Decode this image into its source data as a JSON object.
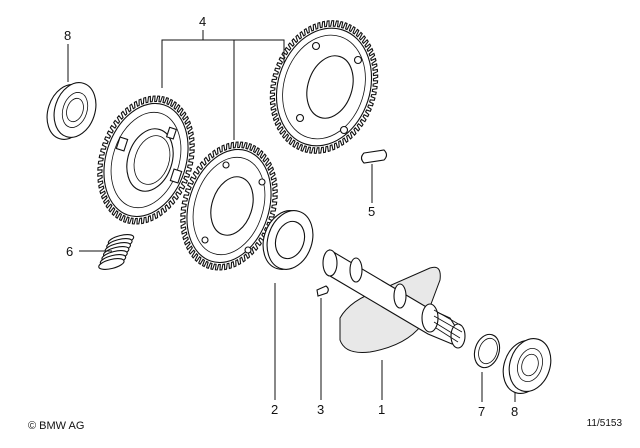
{
  "callouts": {
    "c1": "1",
    "c2": "2",
    "c3": "3",
    "c4": "4",
    "c5": "5",
    "c6": "6",
    "c7": "7",
    "c8a": "8",
    "c8b": "8"
  },
  "footer": {
    "copyright_symbol": "©",
    "copyright_text": "BMW AG",
    "diagram_code": "11/5153"
  }
}
